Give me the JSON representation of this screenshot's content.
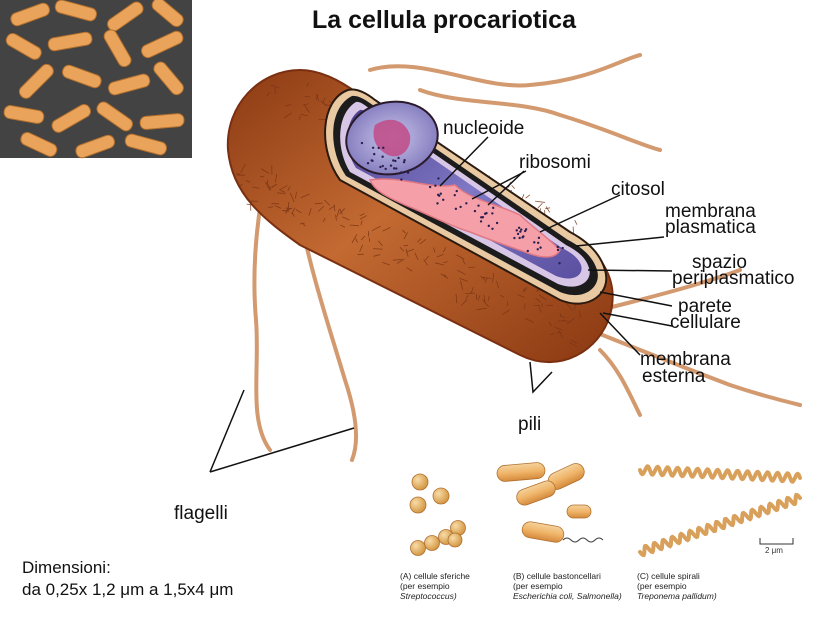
{
  "title": "La cellula procariotica",
  "labels": {
    "nucleoide": "nucleoide",
    "ribosomi": "ribosomi",
    "citosol": "citosol",
    "membrana_plasmatica": [
      "membrana",
      "plasmatica"
    ],
    "spazio_periplasmatico": [
      "spazio",
      "periplasmatico"
    ],
    "parete_cellulare": [
      "parete",
      "cellulare"
    ],
    "membrana_esterna": [
      "membrana",
      "esterna"
    ],
    "pili": "pili",
    "flagelli": "flagelli"
  },
  "dimensions": {
    "line1": "Dimensioni:",
    "line2": "da 0,25x 1,2 μm a 1,5x4 μm"
  },
  "shapes": {
    "a": {
      "line1": "(A)  cellule sferiche",
      "line2": "(per esempio",
      "line3": "Streptococcus)"
    },
    "b": {
      "line1": "(B)  cellule bastoncellari",
      "line2": "(per esempio",
      "line3": "Escherichia coli, Salmonella)"
    },
    "c": {
      "line1": "(C)  cellule spirali",
      "line2": "(per esempio",
      "line3": "Treponema pallidum)"
    }
  },
  "scale_bar": "2 μm",
  "colors": {
    "cell_wall": "#a0481c",
    "cytoplasm": "#6f68b3",
    "nucleoid": "#f5a0a8",
    "flagella": "#d59a72",
    "micrograph_bg": "#3c3c3c",
    "bacteria": "#e8a25a"
  }
}
